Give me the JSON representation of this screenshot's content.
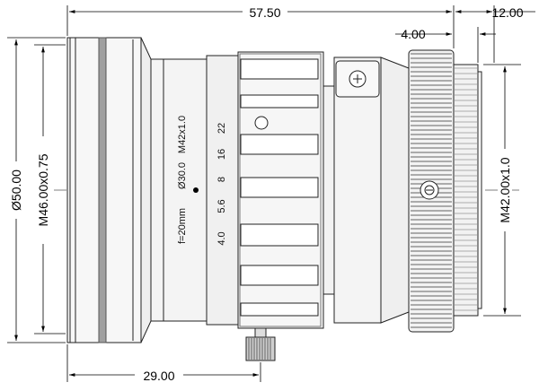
{
  "dimensions": {
    "total_length": "57.50",
    "mount_length": "12.00",
    "mount_step": "4.00",
    "front_to_knob": "29.00",
    "outer_diameter": "Ø50.00",
    "filter_thread": "M46.00x0.75",
    "mount_thread": "M42.00x1.0"
  },
  "lens_markings": {
    "focal_length": "f=20mm",
    "bore": "Ø30.0",
    "thread": "M42x1.0",
    "aperture_scale": [
      "22",
      "16",
      "8",
      "5.6",
      "4.0"
    ]
  },
  "colors": {
    "line": "#222222",
    "ring_fill": "#f2f2f2",
    "grip_band": "#888888"
  }
}
